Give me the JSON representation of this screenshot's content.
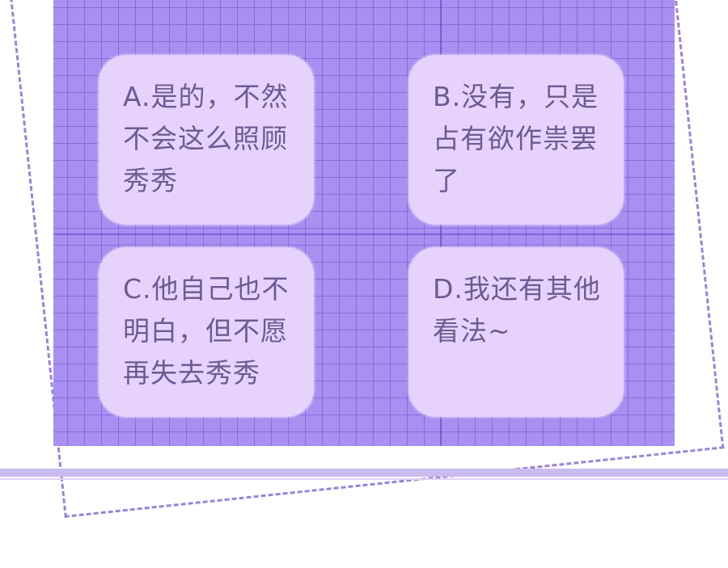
{
  "options": [
    {
      "label": "A.是的，不然不会这么照顾秀秀"
    },
    {
      "label": "B.没有，只是占有欲作祟罢了"
    },
    {
      "label": "C.他自己也不明白，但不愿再失去秀秀"
    },
    {
      "label": "D.我还有其他看法~"
    }
  ],
  "colors": {
    "grid_background": "#a98ff0",
    "card_background": "#e6d2fd",
    "card_text": "#6e5a92",
    "dashed_frame": "#9a84d2"
  }
}
